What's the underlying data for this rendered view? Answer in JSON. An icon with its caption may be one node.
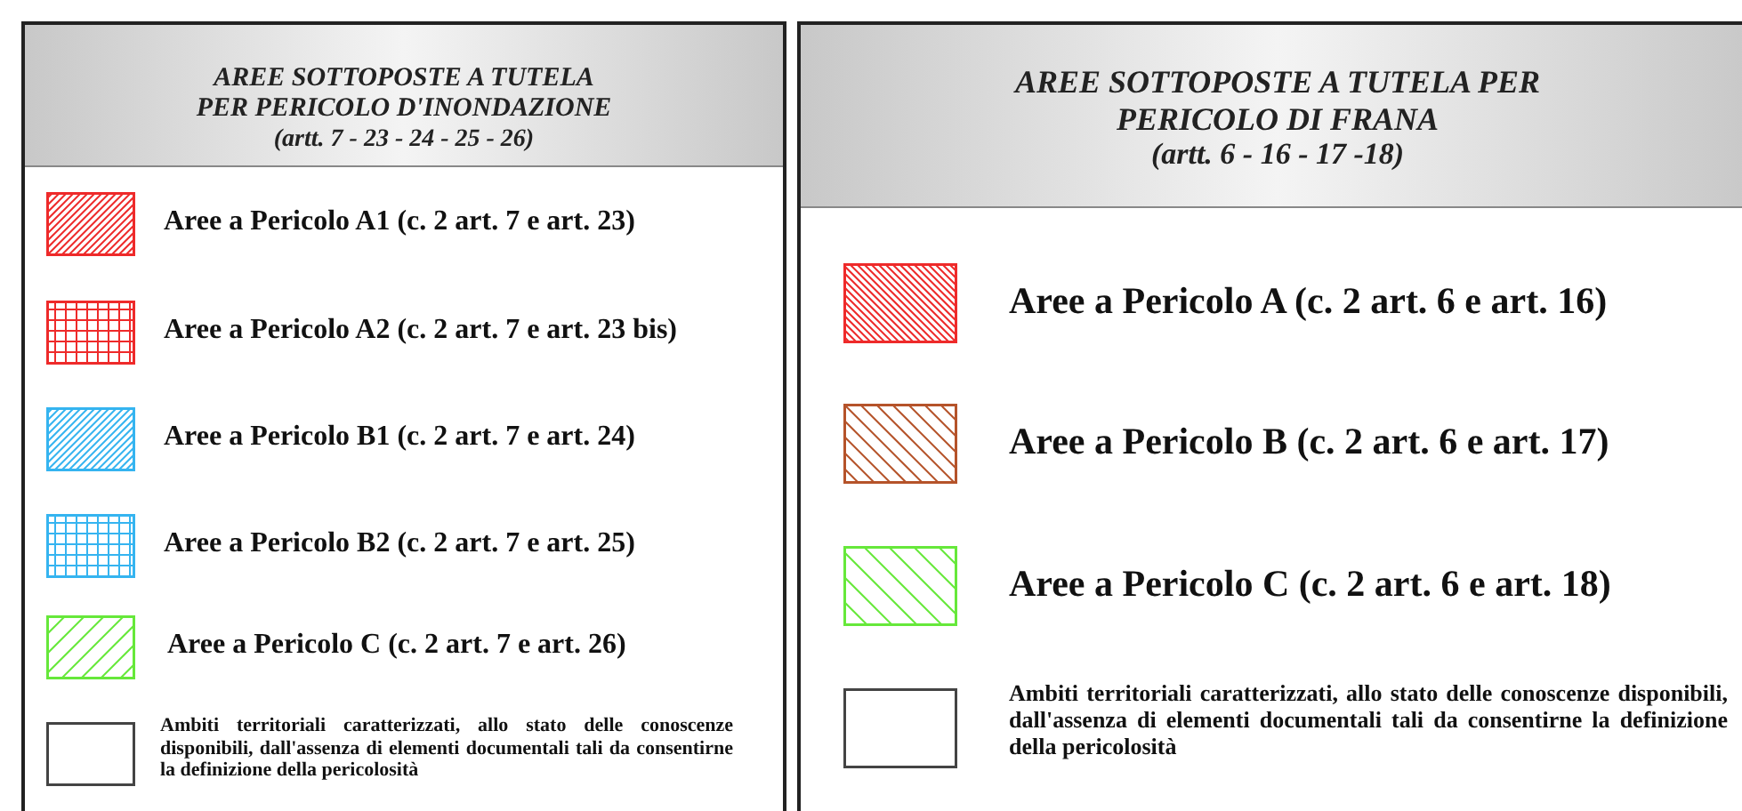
{
  "diagram": {
    "nodes": [
      {
        "text": [
          "AREE SOTTOPOSTE A TUTELA PER PERICOLO D'INONDAZIONE",
          "(artt. 7 - 23 - 24 - 25 - 26)"
        ]
      },
      {
        "text": [
          "AREE SOTTOPOSTE A TUTELA PER PERICOLO DI FRANA",
          "(artt. 6 - 16 - 17 -18)"
        ]
      }
    ],
    "legend": [
      {
        "text": "Aree a Pericolo A1 (c. 2 art. 7 e art. 23)",
        "color": "#ee2a2a"
      },
      {
        "text": "Aree a Pericolo A2 (c. 2 art. 7 e art. 23 bis)",
        "color": "#ee2a2a"
      },
      {
        "text": "Aree a Pericolo B1 (c. 2 art. 7 e art. 24)",
        "color": "#35b4f0"
      },
      {
        "text": "Aree a Pericolo B2 (c. 2 art. 7 e art. 25)",
        "color": "#35b4f0"
      },
      {
        "text": "Aree a Pericolo C (c. 2 art. 7 e art. 26)",
        "color": "#66e83a"
      },
      {
        "text": "Ambiti territoriali caratterizzati, allo stato delle conoscenze disponibili, dall'assenza di elementi documentali tali da consentirne la definizione della pericolosità"
      },
      {
        "text": "Aree a Pericolo A (c. 2 art. 6 e art. 16)",
        "color": "#ee2a2a"
      },
      {
        "text": "Aree a Pericolo B (c. 2 art. 6 e art. 17)",
        "color": "#b5532a"
      },
      {
        "text": "Aree a Pericolo C (c. 2 art. 6 e art. 18)",
        "color": "#66e83a"
      },
      {
        "text": "Ambiti territoriali caratterizzati, allo stato delle conoscenze disponibili, dall'assenza di elementi documentali tali da consentirne la definizione della pericolosità"
      }
    ]
  }
}
